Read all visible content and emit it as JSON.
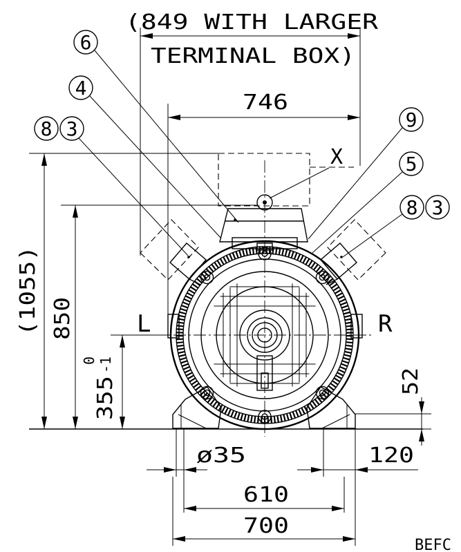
{
  "note_top": {
    "line1": "(849 WITH LARGER",
    "line2": "TERMINAL BOX)"
  },
  "dims": {
    "d746": "746",
    "d1055": "(1055)",
    "d850": "850",
    "d355": "355",
    "d355_tol_upper": "0",
    "d355_tol_lower": "-1",
    "d52": "52",
    "d35": "ø35",
    "d120": "120",
    "d610": "610",
    "d700": "700"
  },
  "labels": {
    "x": "X",
    "left": "L",
    "right": "R"
  },
  "balloons": {
    "b6": "6",
    "b4": "4",
    "b8l": "8",
    "b3l": "3",
    "b9": "9",
    "b5": "5",
    "b8r": "8",
    "b3r": "3"
  },
  "cut_text": "BEFC"
}
